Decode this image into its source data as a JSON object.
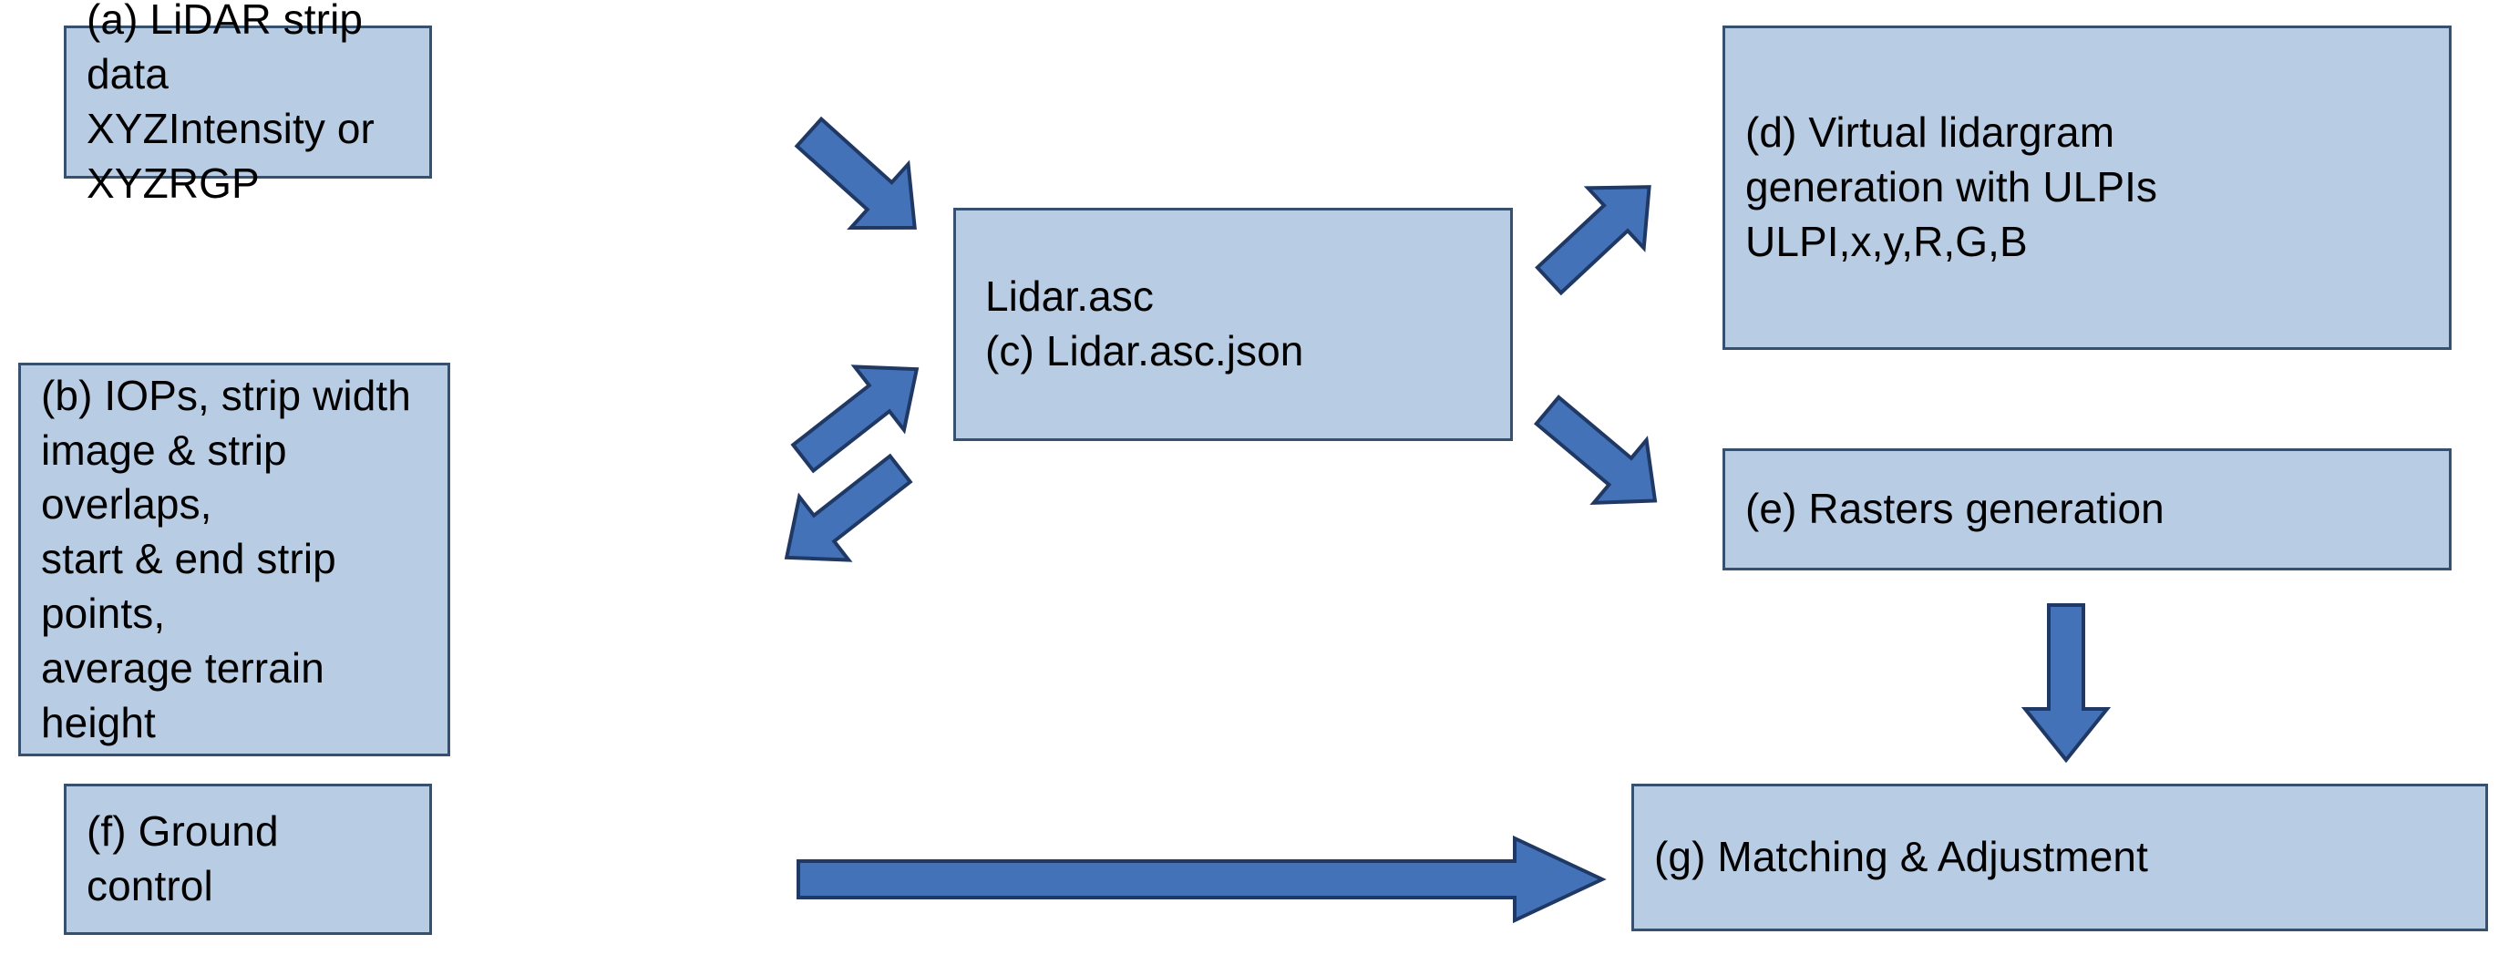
{
  "diagram": {
    "title": "LiDAR strip processing workflow",
    "colors": {
      "node_fill": "#b8cce4",
      "node_border": "#36506f",
      "arrow_fill": "#4472b8",
      "arrow_border": "#1f3864",
      "background": "#ffffff",
      "text": "#000000"
    },
    "nodes": [
      {
        "id": "a",
        "label": "(a) LiDAR strip data\nXYZIntensity or\nXYZRGP",
        "lines": [
          "(a) LiDAR strip data",
          "XYZIntensity or",
          "XYZRGP"
        ]
      },
      {
        "id": "b",
        "label": "(b) IOPs, strip width\nimage & strip overlaps,\nstart & end strip points,\naverage terrain height",
        "lines": [
          "(b) IOPs, strip width",
          "image & strip overlaps,",
          "start & end strip points,",
          "average terrain height"
        ]
      },
      {
        "id": "c",
        "label": "Lidar.asc\n(c) Lidar.asc.json",
        "lines": [
          "Lidar.asc",
          "(c) Lidar.asc.json"
        ]
      },
      {
        "id": "d",
        "label": "(d) Virtual lidargram\ngeneration with ULPIs\nULPI,x,y,R,G,B",
        "lines": [
          "(d) Virtual lidargram",
          "generation with ULPIs",
          "ULPI,x,y,R,G,B"
        ]
      },
      {
        "id": "e",
        "label": "(e) Rasters generation",
        "lines": [
          "(e) Rasters generation"
        ]
      },
      {
        "id": "f",
        "label": "(f) Ground control",
        "lines": [
          "(f) Ground control"
        ]
      },
      {
        "id": "g",
        "label": "(g) Matching & Adjustment",
        "lines": [
          "(g) Matching & Adjustment"
        ]
      }
    ],
    "edges": [
      {
        "id": "a-to-c",
        "from": "a",
        "to": "c",
        "direction": "down-right",
        "style": "block-arrow"
      },
      {
        "id": "b-to-c",
        "from": "b",
        "to": "c",
        "direction": "up-right",
        "style": "block-arrow"
      },
      {
        "id": "c-to-b",
        "from": "c",
        "to": "b",
        "direction": "down-left",
        "style": "block-arrow"
      },
      {
        "id": "c-to-d",
        "from": "c",
        "to": "d",
        "direction": "up-right",
        "style": "block-arrow"
      },
      {
        "id": "c-to-e",
        "from": "c",
        "to": "e",
        "direction": "down-right",
        "style": "block-arrow"
      },
      {
        "id": "e-to-g",
        "from": "e",
        "to": "g",
        "direction": "down",
        "style": "block-arrow"
      },
      {
        "id": "f-to-g",
        "from": "f",
        "to": "g",
        "direction": "right",
        "style": "block-arrow"
      }
    ]
  }
}
